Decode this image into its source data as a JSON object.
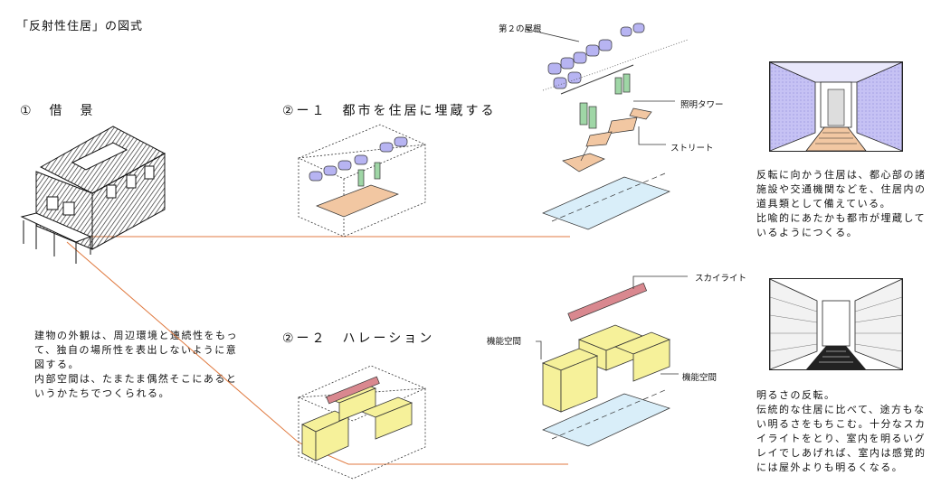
{
  "title": "「反射性住居」の図式",
  "sections": {
    "s1": "①　借　景",
    "s21": "②ー１　都市を住居に埋蔵する",
    "s22": "②ー２　ハレーション"
  },
  "labels": {
    "roof2": "第２の屋根",
    "tower": "照明タワー",
    "street": "ストリート",
    "skylight": "スカイライト",
    "func_left": "機能空間",
    "func_right": "機能空間"
  },
  "texts": {
    "exterior": "建物の外観は、周辺環境と連続性をもっ\nて、独自の場所性を表出しないように意\n図する。\n内部空間は、たまたま偶然そこにあると\nいうかたちでつくられる。",
    "top_right": "反転に向かう住居は、都心部の諸\n施設や交通機関などを、住居内の\n道具類として備えている。\n比喩的にあたかも都市が埋蔵して\nいるようにつくる。",
    "bottom_right": "明るさの反転。\n伝統的な住居に比べて、途方もな\nい明るさをもちこむ。十分なスカ\nイライトをとり、室内を明るいグ\nレイでしあげれば、室内は感覚的\nには屋外よりも明るくなる。"
  },
  "colors": {
    "roof_purple": "#b7b4f2",
    "tower_green": "#9fd6a6",
    "street_peach": "#f2c7a2",
    "box_yellow": "#f6f19a",
    "ground_blue": "#d9eef9",
    "skylight_red": "#d9888f",
    "link_line": "#e07a40"
  }
}
